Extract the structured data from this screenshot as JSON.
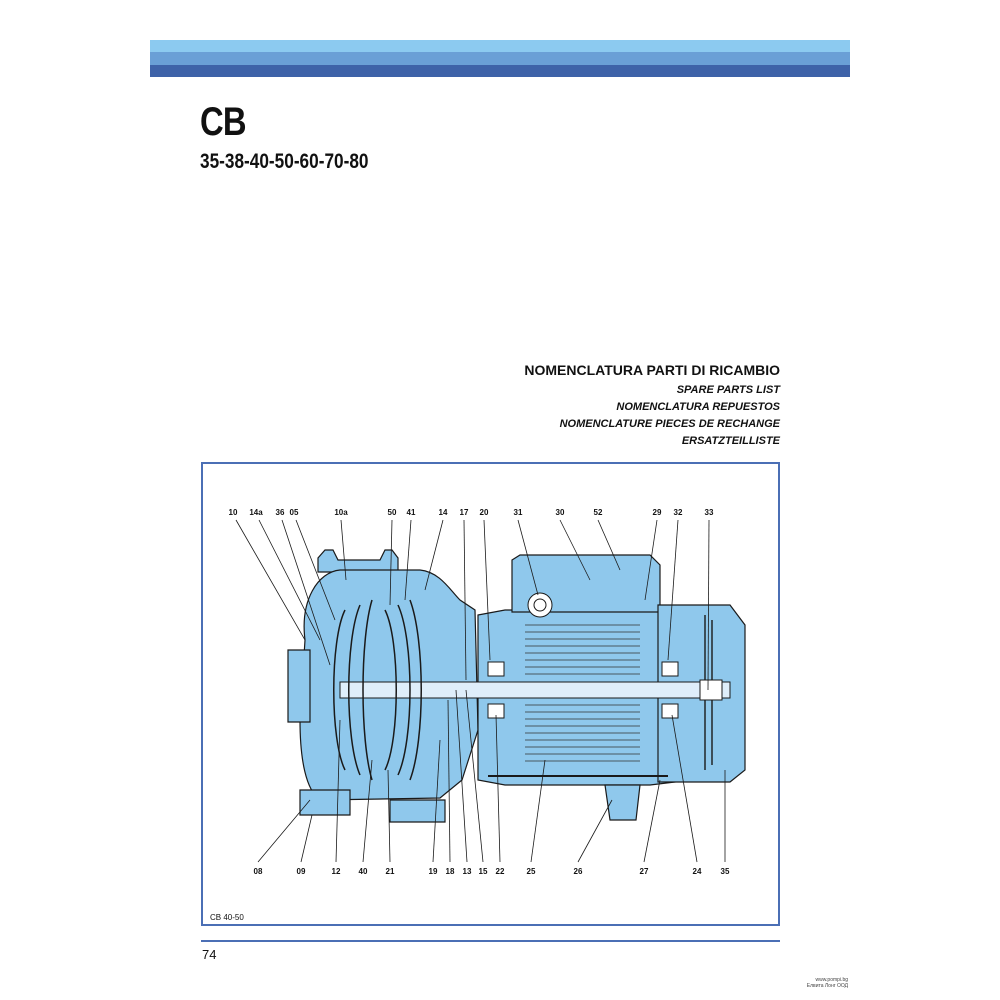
{
  "header": {
    "title": "CB",
    "models": "35-38-40-50-60-70-80",
    "band_colors": [
      "#8ccaf0",
      "#6a9fd6",
      "#3e62a8"
    ]
  },
  "headings": {
    "it": "NOMENCLATURA PARTI DI RICAMBIO",
    "en": "SPARE PARTS LIST",
    "es": "NOMENCLATURA REPUESTOS",
    "fr": "NOMENCLATURE PIECES DE RECHANGE",
    "de": "ERSATZTEILLISTE"
  },
  "figure": {
    "caption": "CB 40-50",
    "fill_color": "#8fc8ec",
    "top_labels": [
      "10",
      "14a",
      "36",
      "05",
      "10a",
      "50",
      "41",
      "14",
      "17",
      "20",
      "31",
      "30",
      "52",
      "29",
      "32",
      "33"
    ],
    "bottom_labels": [
      "08",
      "09",
      "12",
      "40",
      "21",
      "19",
      "18",
      "13",
      "15",
      "22",
      "25",
      "26",
      "27",
      "24",
      "35"
    ]
  },
  "footer": {
    "page_number": "74",
    "credit_line1": "www.pompi.bg",
    "credit_line2": "Елвита Лонг ООД"
  }
}
